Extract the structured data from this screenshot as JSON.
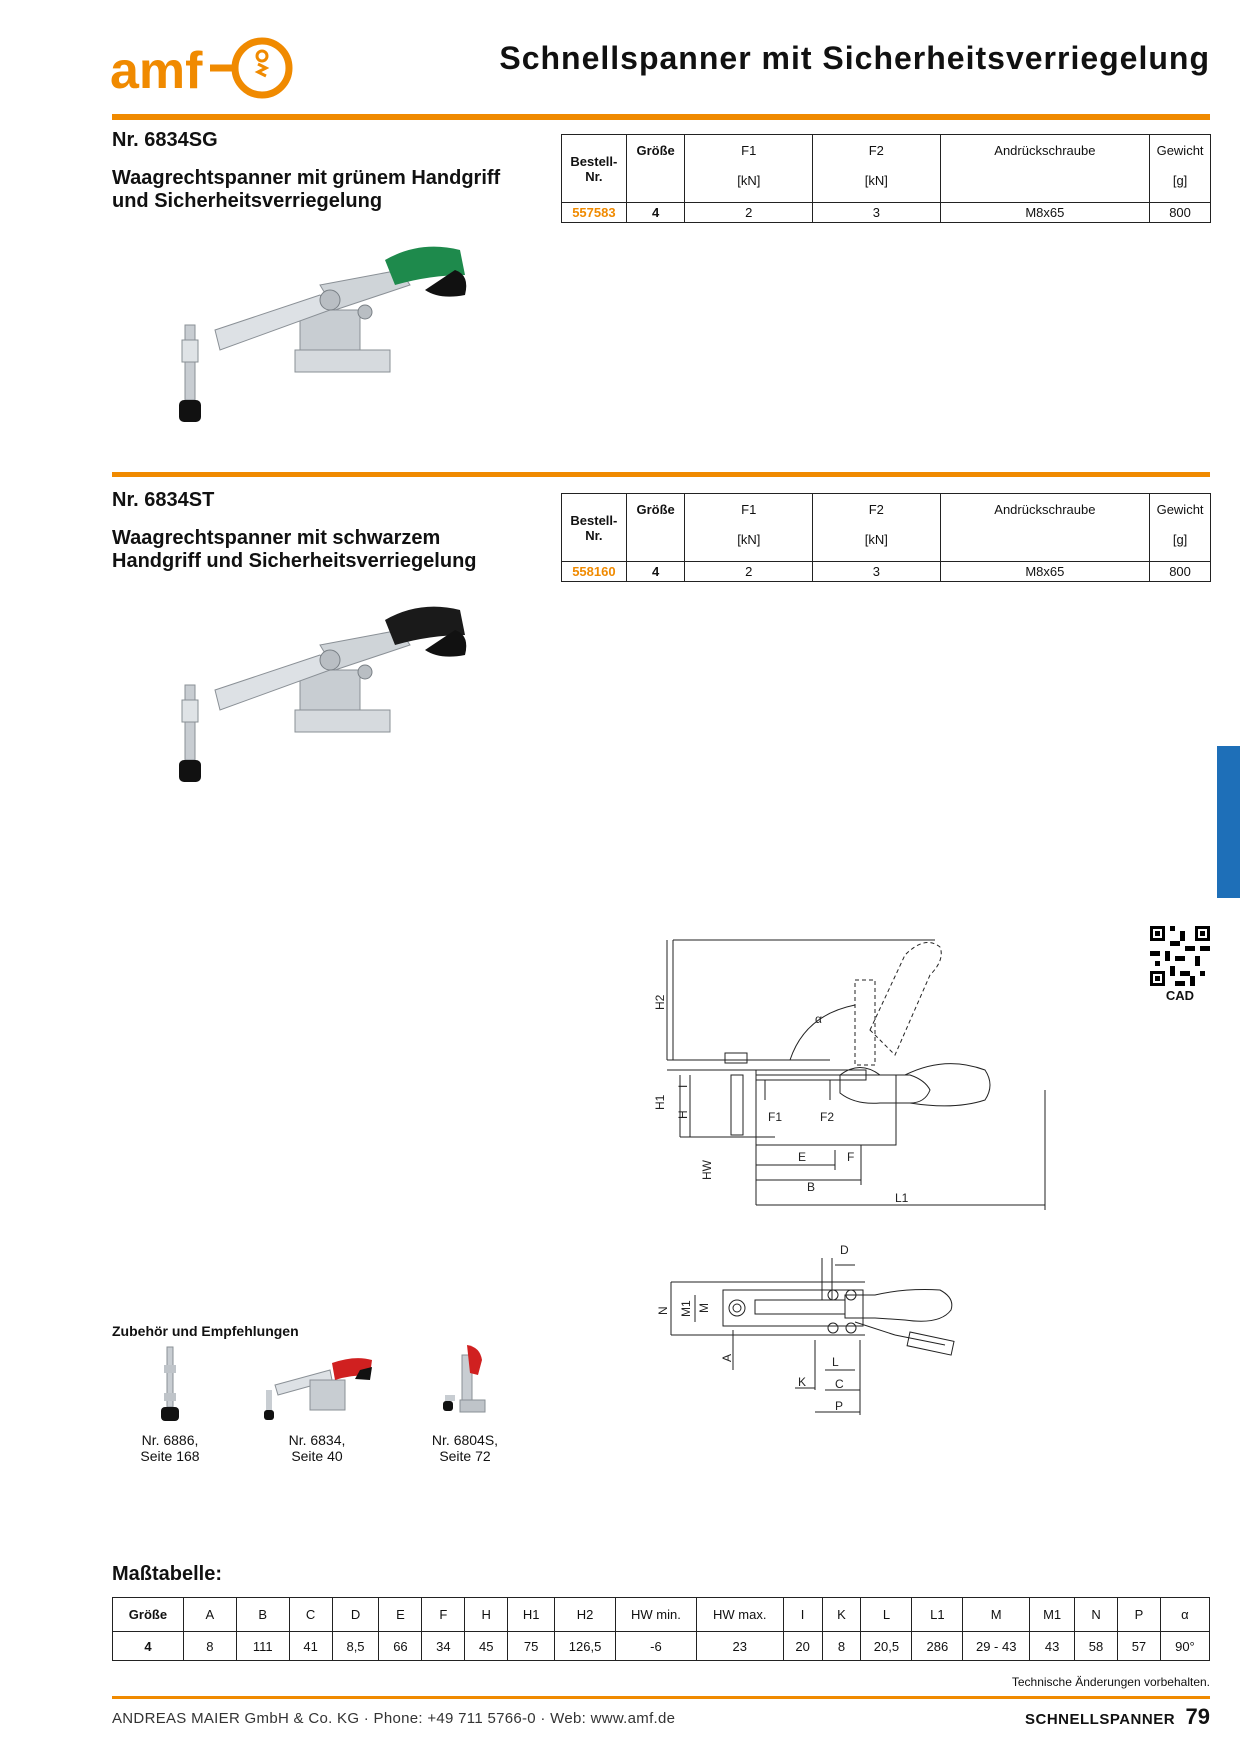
{
  "header": {
    "logo_text": "amf",
    "title": "Schnellspanner mit Sicherheitsverriegelung"
  },
  "product1": {
    "nr": "Nr. 6834SG",
    "subtitle_line1": "Waagrechtspanner mit grünem Handgriff",
    "subtitle_line2": "und Sicherheitsverriegelung",
    "handle_color": "#1e8a4c"
  },
  "product2": {
    "nr": "Nr. 6834ST",
    "subtitle_line1": "Waagrechtspanner mit schwarzem",
    "subtitle_line2": "Handgriff und Sicherheitsverriegelung",
    "handle_color": "#1a1a1a"
  },
  "spec_headers": {
    "bestell1": "Bestell-",
    "bestell2": "Nr.",
    "groesse": "Größe",
    "f1": "F1",
    "f2": "F2",
    "unit_kn": "[kN]",
    "schraube": "Andrückschraube",
    "gewicht": "Gewicht",
    "unit_g": "[g]"
  },
  "spec1": {
    "bestell": "557583",
    "groesse": "4",
    "f1": "2",
    "f2": "3",
    "schraube": "M8x65",
    "gewicht": "800"
  },
  "spec2": {
    "bestell": "558160",
    "groesse": "4",
    "f1": "2",
    "f2": "3",
    "schraube": "M8x65",
    "gewicht": "800"
  },
  "cad_label": "CAD",
  "drawing_labels": {
    "h2": "H2",
    "alpha": "α",
    "h1": "H1",
    "h": "H",
    "i": "I",
    "hw": "HW",
    "f1": "F1",
    "f2": "F2",
    "e": "E",
    "f": "F",
    "b": "B",
    "l1": "L1",
    "d": "D",
    "n": "N",
    "m1": "M1",
    "m": "M",
    "a": "A",
    "l": "L",
    "k": "K",
    "c": "C",
    "p": "P"
  },
  "accessories": {
    "heading": "Zubehör und Empfehlungen",
    "items": [
      {
        "line1": "Nr. 6886,",
        "line2": "Seite 168"
      },
      {
        "line1": "Nr. 6834,",
        "line2": "Seite 40"
      },
      {
        "line1": "Nr. 6804S,",
        "line2": "Seite 72"
      }
    ]
  },
  "dim_table": {
    "heading": "Maßtabelle:",
    "headers": [
      "Größe",
      "A",
      "B",
      "C",
      "D",
      "E",
      "F",
      "H",
      "H1",
      "H2",
      "HW min.",
      "HW max.",
      "I",
      "K",
      "L",
      "L1",
      "M",
      "M1",
      "N",
      "P",
      "α"
    ],
    "row": [
      "4",
      "8",
      "111",
      "41",
      "8,5",
      "66",
      "34",
      "45",
      "75",
      "126,5",
      "-6",
      "23",
      "20",
      "8",
      "20,5",
      "286",
      "29 - 43",
      "43",
      "58",
      "57",
      "90°"
    ]
  },
  "footer": {
    "note": "Technische Änderungen vorbehalten.",
    "company": "ANDREAS MAIER GmbH & Co. KG · Phone: +49 711 5766-0 · Web: www.amf.de",
    "section": "SCHNELLSPANNER",
    "page": "79"
  }
}
